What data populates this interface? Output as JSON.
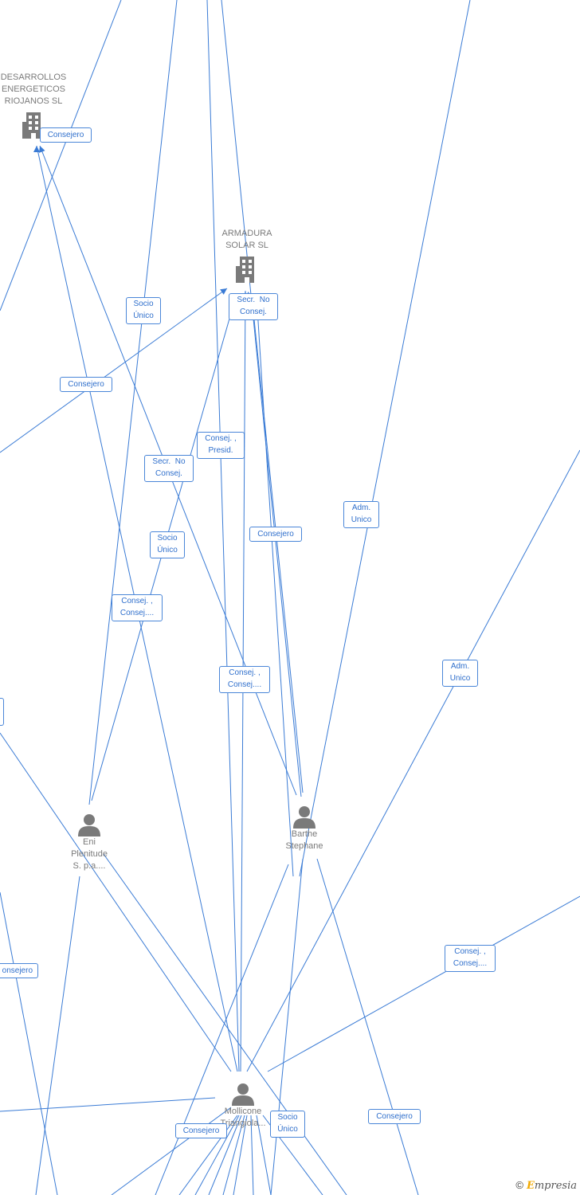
{
  "colors": {
    "edge": "#3a7bd5",
    "node": "#7a7a7a",
    "label_border": "#4a86d8"
  },
  "nodes": [
    {
      "id": "desarrollos",
      "type": "company",
      "lines": [
        "DESARROLLOS",
        "ENERGETICOS",
        "RIOJANOS SL"
      ]
    },
    {
      "id": "armadura",
      "type": "company",
      "lines": [
        "ARMADURA",
        "SOLAR SL"
      ]
    },
    {
      "id": "eni",
      "type": "person",
      "lines": [
        "Eni",
        "Plenitude",
        "S. p.a...."
      ]
    },
    {
      "id": "barthe",
      "type": "person",
      "lines": [
        "Barthe",
        "Stephane"
      ]
    },
    {
      "id": "mollicone",
      "type": "person",
      "lines": [
        "Mollicone",
        "Triangiola..."
      ]
    }
  ],
  "edge_labels": [
    "Consejero",
    "Socio\nÚnico",
    "Secr.  No\nConsej.",
    "Consejero",
    "Consej. ,\nPresid.",
    "Secr.  No\nConsej.",
    "Adm.\nUnico",
    "Consejero",
    "Socio\nÚnico",
    "Consej. ,\nConsej....",
    "Adm.\nUnico",
    "Consej. ,\nConsej....",
    "",
    "onsejero",
    "Consej. ,\nConsej....",
    "Consejero",
    "Socio\nÚnico",
    "Consejero"
  ],
  "brand": {
    "symbol": "©",
    "name_initial": "E",
    "name_rest": "mpresia"
  }
}
